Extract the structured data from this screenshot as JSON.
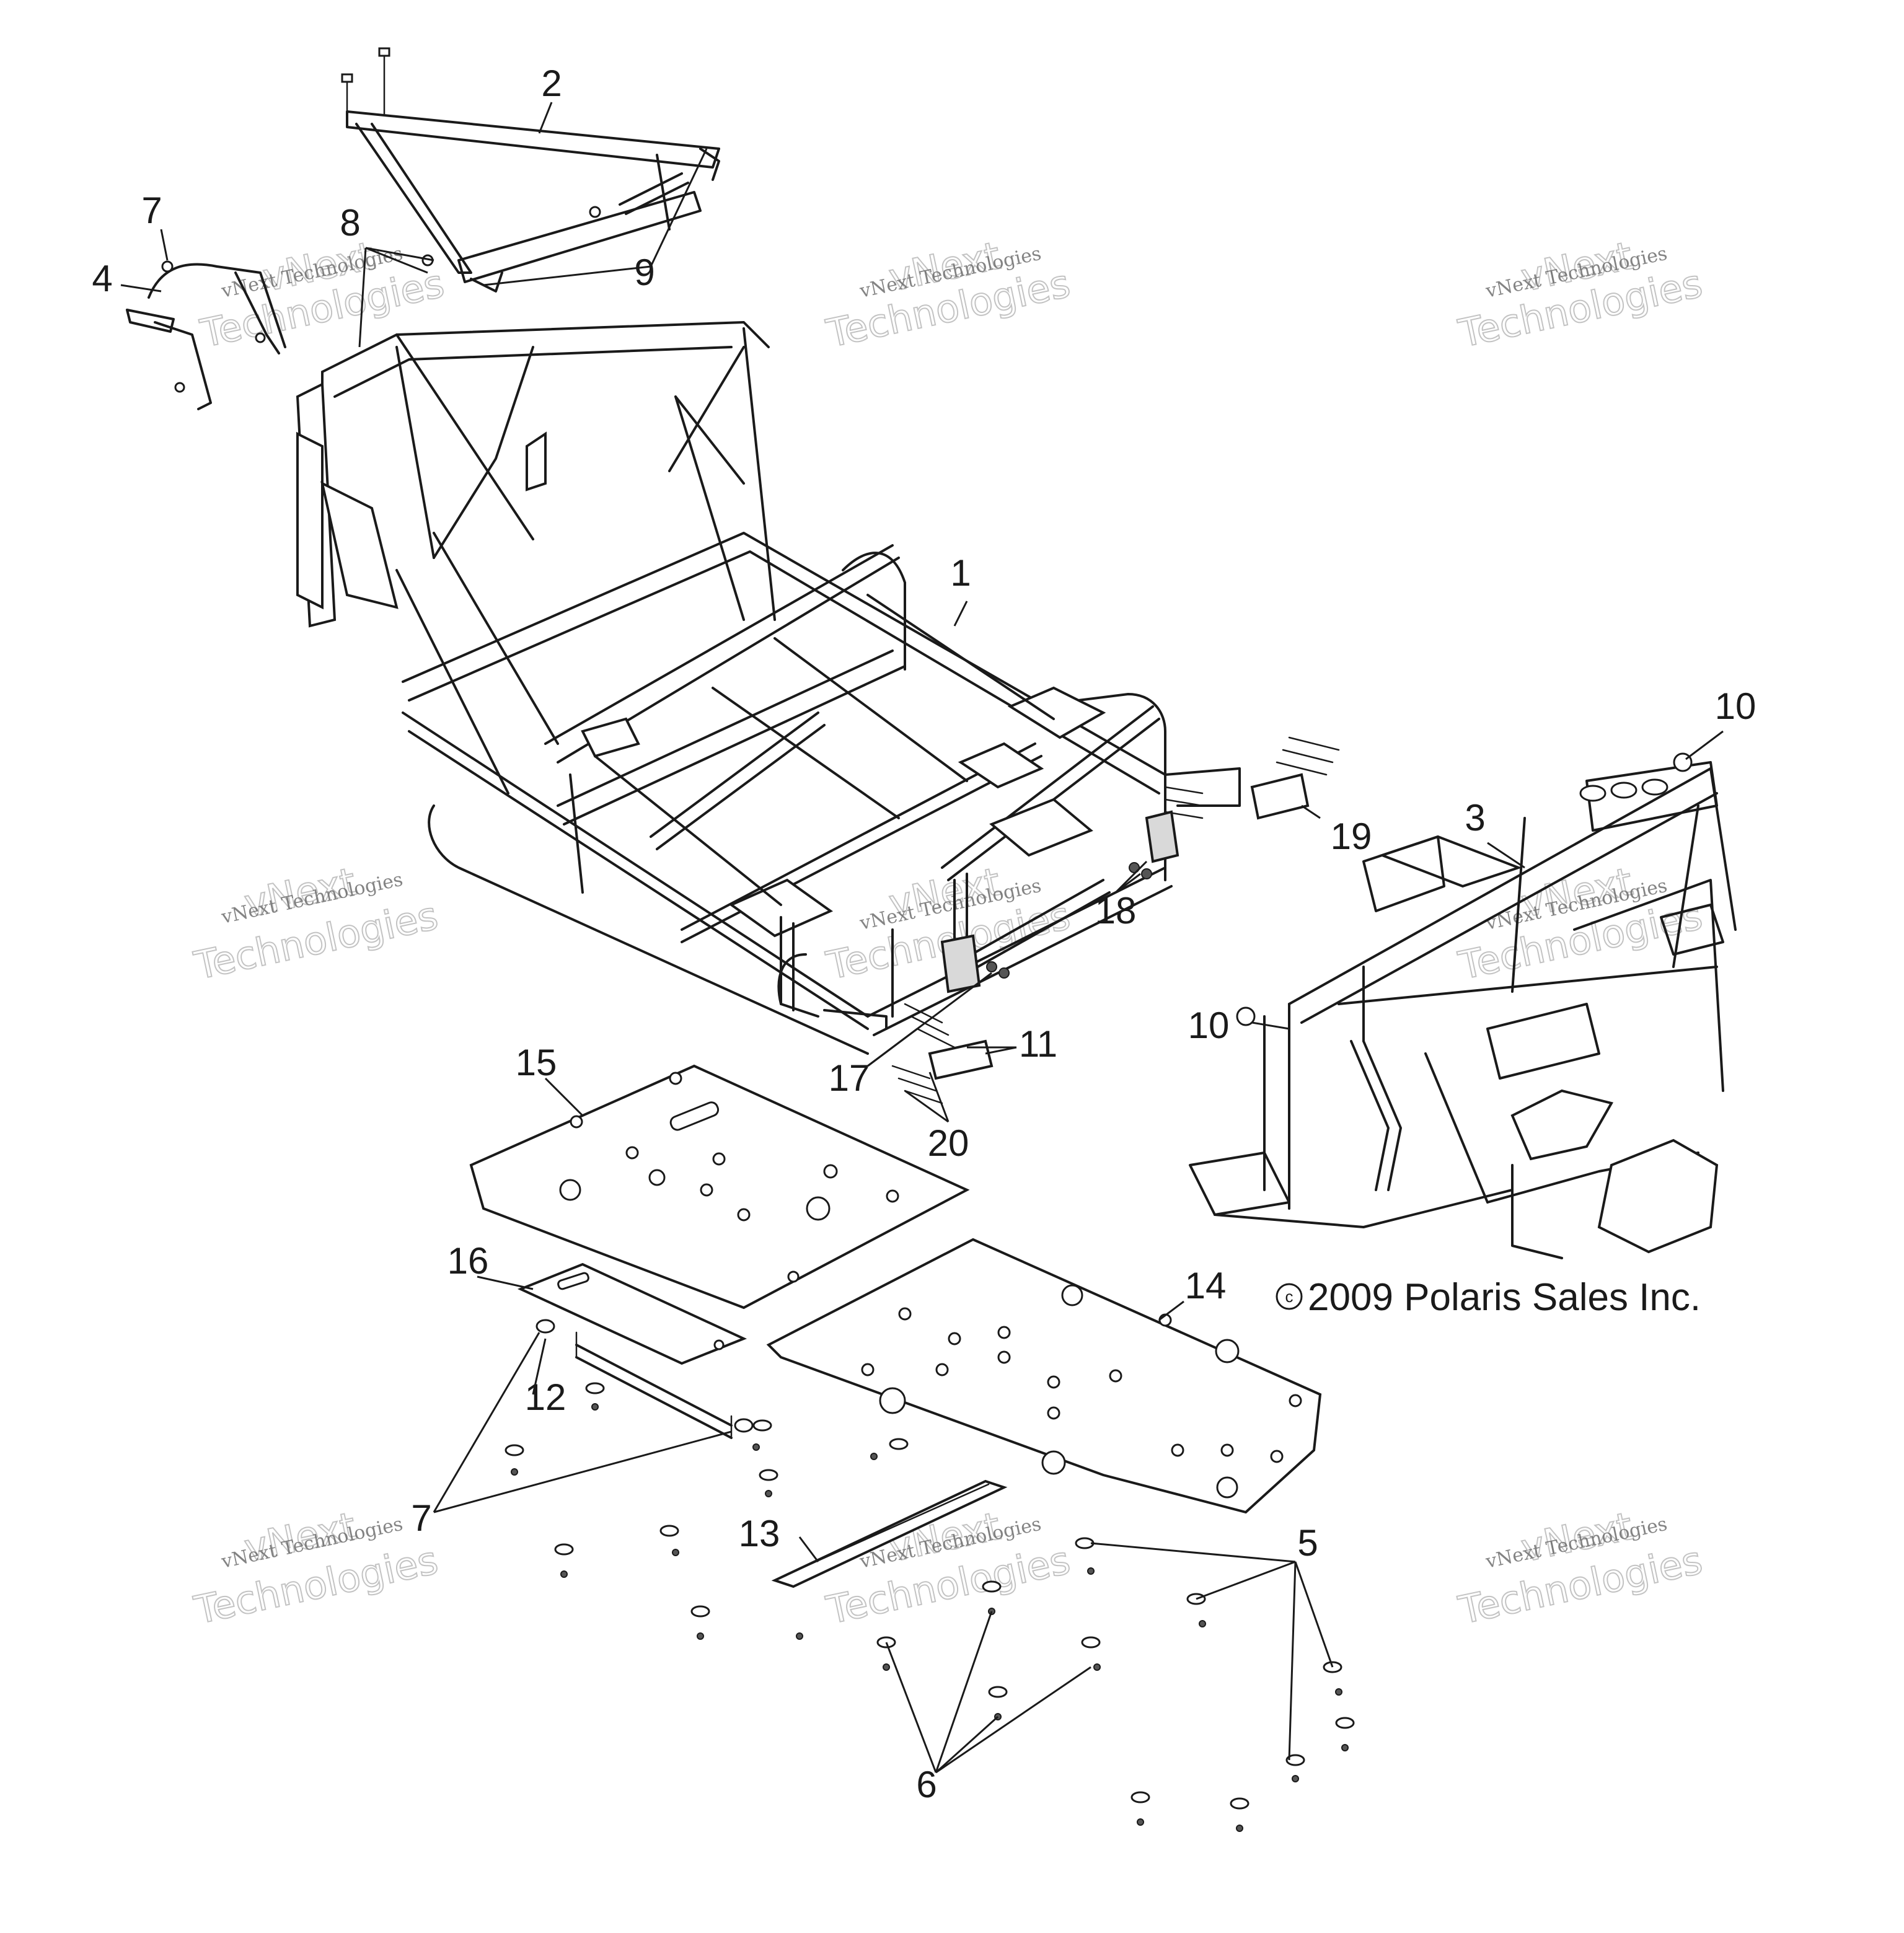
{
  "diagram": {
    "copyright_symbol": "c",
    "copyright_text": "2009 Polaris Sales Inc.",
    "watermark": {
      "line1": "vNext Technologies",
      "line2": "vNext",
      "line3": "Technologies"
    },
    "callouts": [
      {
        "id": "1",
        "label": "1"
      },
      {
        "id": "2",
        "label": "2"
      },
      {
        "id": "3",
        "label": "3"
      },
      {
        "id": "4",
        "label": "4"
      },
      {
        "id": "5",
        "label": "5"
      },
      {
        "id": "6",
        "label": "6"
      },
      {
        "id": "7a",
        "label": "7"
      },
      {
        "id": "7b",
        "label": "7"
      },
      {
        "id": "8",
        "label": "8"
      },
      {
        "id": "9",
        "label": "9"
      },
      {
        "id": "10a",
        "label": "10"
      },
      {
        "id": "10b",
        "label": "10"
      },
      {
        "id": "11",
        "label": "11"
      },
      {
        "id": "12",
        "label": "12"
      },
      {
        "id": "13",
        "label": "13"
      },
      {
        "id": "14",
        "label": "14"
      },
      {
        "id": "15",
        "label": "15"
      },
      {
        "id": "16",
        "label": "16"
      },
      {
        "id": "17",
        "label": "17"
      },
      {
        "id": "18",
        "label": "18"
      },
      {
        "id": "19",
        "label": "19"
      },
      {
        "id": "20",
        "label": "20"
      }
    ]
  }
}
